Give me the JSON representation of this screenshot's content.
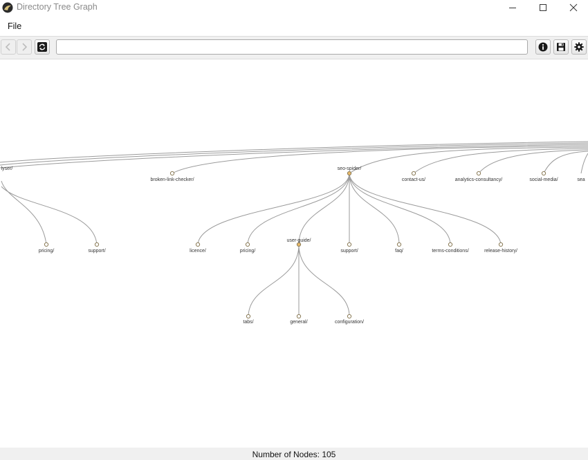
{
  "window": {
    "title": "Directory Tree Graph"
  },
  "menu": {
    "file": "File"
  },
  "toolbar": {
    "url_value": "",
    "url_placeholder": ""
  },
  "status": {
    "text": "Number of Nodes: 105"
  },
  "graph": {
    "labels": {
      "analyser": "lyser/",
      "broken": "broken-link-checker/",
      "seo": "seo-spider/",
      "contact": "contact-us/",
      "analytics": "analytics-consultancy/",
      "social": "social-media/",
      "sea": "sea",
      "pricing1": "pricing/",
      "support1": "support/",
      "licence": "licence/",
      "pricing2": "pricing/",
      "userguide": "user-guide/",
      "support2": "support/",
      "faq": "faq/",
      "terms": "terms-conditions/",
      "release": "release-history/",
      "tabs": "tabs/",
      "general": "general/",
      "configuration": "configuration/"
    }
  }
}
